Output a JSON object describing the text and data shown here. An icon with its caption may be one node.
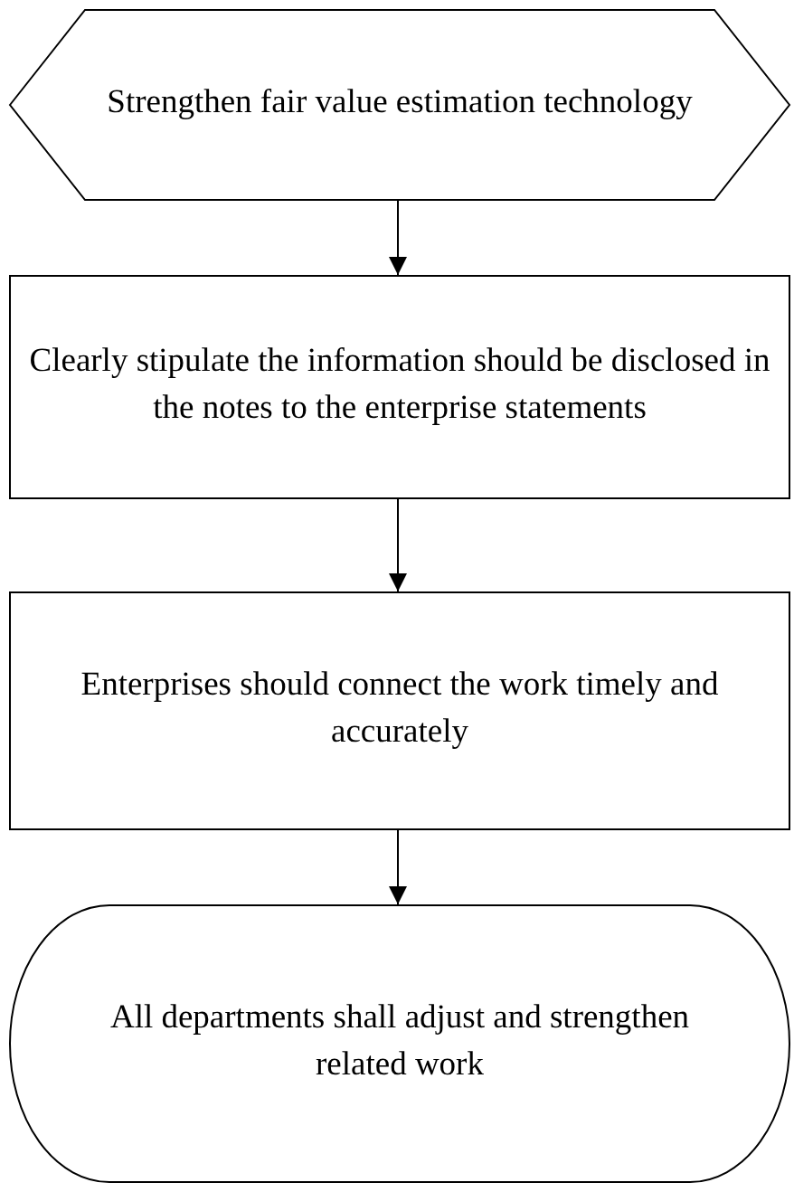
{
  "diagram": {
    "nodes": [
      {
        "text": [
          "Strengthen fair value estimation technology"
        ]
      },
      {
        "text": [
          "Clearly stipulate the information should be disclosed in the notes to the enterprise statements"
        ]
      },
      {
        "text": [
          "Enterprises should connect the work timely and accurately"
        ]
      },
      {
        "text": [
          "All departments shall adjust and strengthen related work"
        ]
      }
    ],
    "edges": [
      {
        "from": 0,
        "to": 1,
        "arrow": "to"
      },
      {
        "from": 1,
        "to": 2,
        "arrow": "to"
      },
      {
        "from": 2,
        "to": 3,
        "arrow": "to"
      }
    ]
  }
}
